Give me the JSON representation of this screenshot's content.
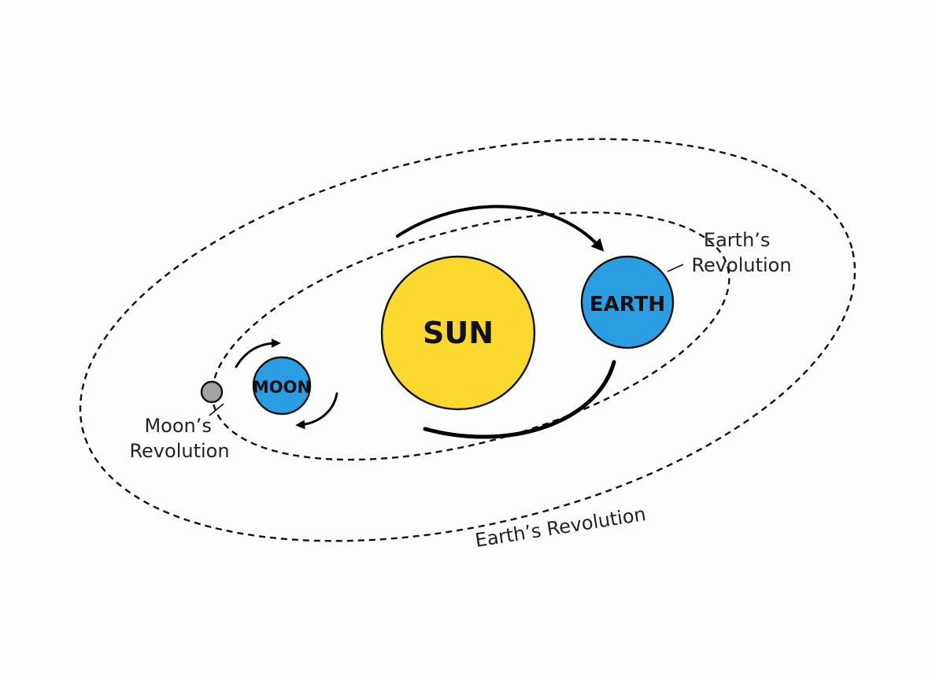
{
  "bodies": {
    "sun": {
      "label": "SUN",
      "color": "#fbd82e"
    },
    "earth": {
      "label": "EARTH",
      "color": "#2a9de3"
    },
    "moon": {
      "label": "MOON",
      "color": "#2a9de3"
    },
    "small_moon": {
      "color": "#a3a3a3"
    }
  },
  "labels": {
    "earth_revolution_upper": {
      "line1": "Earth’s",
      "line2": "Revolution"
    },
    "moon_revolution": {
      "line1": "Moon’s",
      "line2": "Revolution"
    },
    "earth_revolution_lower": "Earth’s Revolution"
  }
}
